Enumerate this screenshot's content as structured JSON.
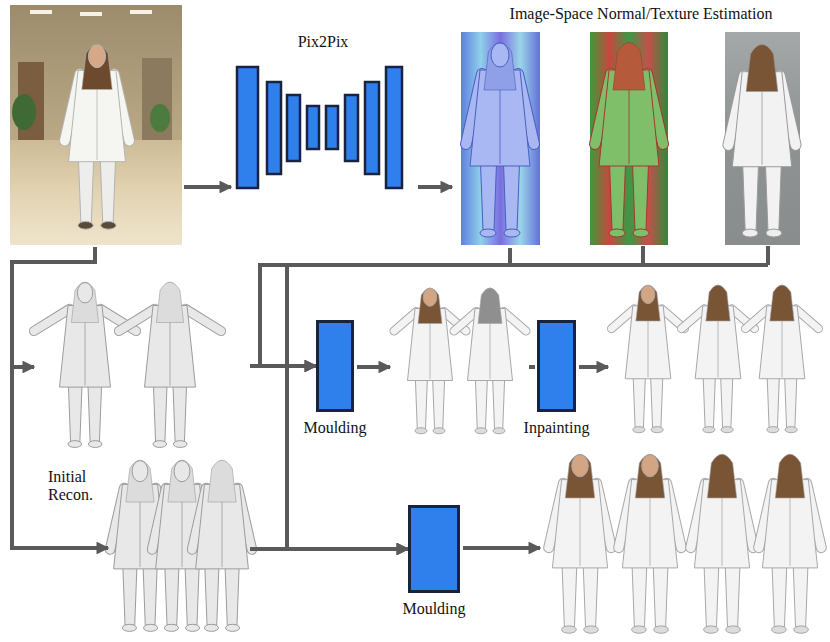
{
  "diagram": {
    "nodes": [
      {
        "text": [
          "Pix2Pix"
        ]
      },
      {
        "text": [
          "Image-Space Normal/Texture Estimation"
        ]
      },
      {
        "text": [
          "Initial Recon."
        ]
      },
      {
        "text": [
          "Moulding"
        ]
      },
      {
        "text": [
          "Inpainting"
        ]
      },
      {
        "text": [
          "Moulding"
        ]
      }
    ],
    "edges": [
      {
        "from": 0,
        "to": 1,
        "arrow": "to"
      },
      {
        "from": 1,
        "to": 3,
        "arrow": "to"
      },
      {
        "from": 1,
        "to": 5,
        "arrow": "to"
      },
      {
        "from": 2,
        "to": 3,
        "arrow": "to"
      },
      {
        "from": 2,
        "to": 5,
        "arrow": "to"
      }
    ]
  }
}
